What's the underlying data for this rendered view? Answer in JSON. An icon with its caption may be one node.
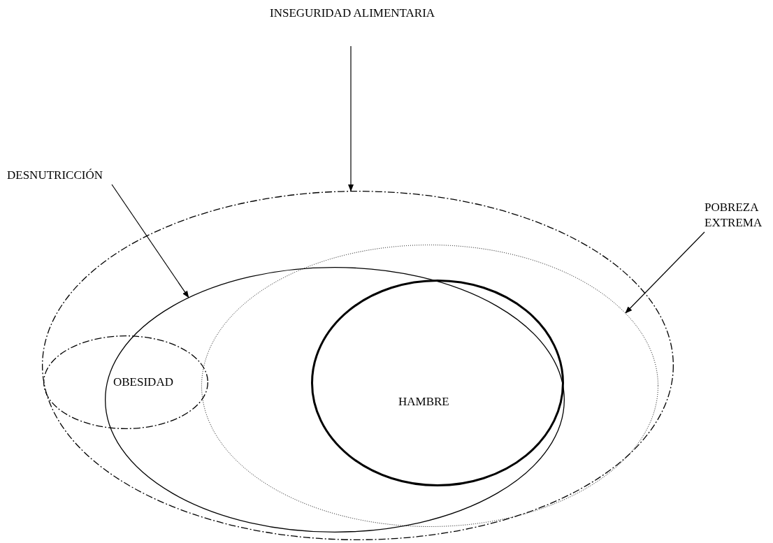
{
  "diagram": {
    "nodes": [
      {
        "text": [
          "INSEGURIDAD ALIMENTARIA"
        ]
      },
      {
        "text": [],
        "shape": "ellipse"
      },
      {
        "text": [
          "DESNUTRICCIÓN"
        ]
      },
      {
        "text": [],
        "shape": "ellipse",
        "in": 1
      },
      {
        "text": [
          "POBREZA EXTREMA"
        ]
      },
      {
        "text": [],
        "shape": "ellipse",
        "in": 1
      },
      {
        "text": [
          "OBESIDAD"
        ],
        "in": 1
      },
      {
        "text": [
          "HAMBRE"
        ]
      }
    ],
    "edges": [
      {
        "from": 0,
        "to": 1,
        "arrow": "to"
      },
      {
        "from": 2,
        "to": 3,
        "arrow": "to"
      },
      {
        "from": 4,
        "to": 5,
        "arrow": "to"
      }
    ]
  }
}
